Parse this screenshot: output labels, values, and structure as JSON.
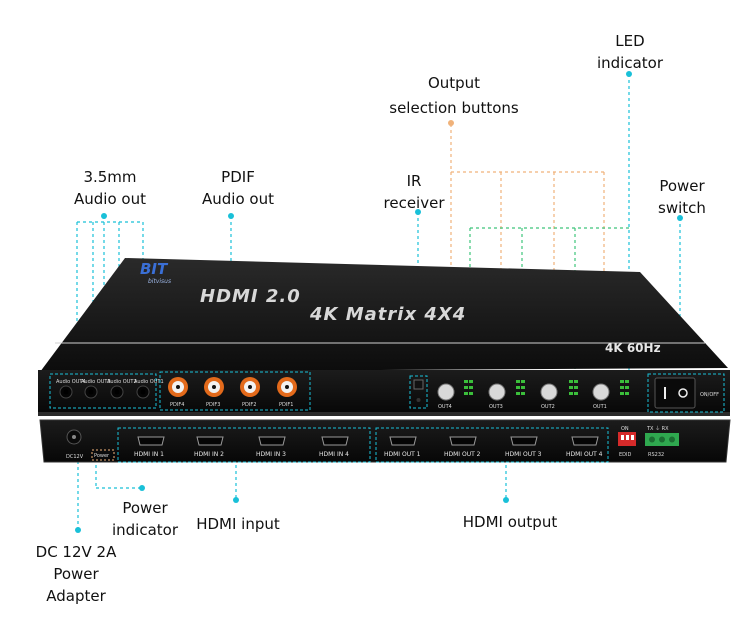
{
  "callouts": {
    "audio_35": [
      "3.5mm",
      "Audio out"
    ],
    "spdif": [
      "PDIF",
      "Audio out"
    ],
    "ir": [
      "IR",
      "receiver"
    ],
    "output_sel": [
      "Output",
      "selection buttons"
    ],
    "led": [
      "LED",
      "indicator"
    ],
    "power_switch": [
      "Power",
      "switch"
    ],
    "power_indicator": [
      "Power",
      "indicator"
    ],
    "hdmi_input": "HDMI input",
    "hdmi_output": "HDMI output",
    "dc_adapter": [
      "DC 12V 2A",
      "Power",
      "Adapter"
    ]
  },
  "device": {
    "brand": "BIT",
    "brand_sub": "bitvisus",
    "title_line1": "HDMI 2.0",
    "title_line2": "4K Matrix 4X4",
    "spec_badge": "4K 60Hz",
    "audio_labels": [
      "Audio OUT4",
      "Audio OUT3",
      "Audio OUT2",
      "Audio OUT1"
    ],
    "spdif_labels": [
      "PDIF4",
      "PDIF3",
      "PDIF2",
      "PDIF1"
    ],
    "out_buttons": [
      "OUT4",
      "OUT3",
      "OUT2",
      "OUT1"
    ],
    "switch_label": "ON/OFF",
    "dc_label": "DC12V",
    "power_led_label": "Power",
    "hdmi_in_labels": [
      "HDMI IN 1",
      "HDMI IN 2",
      "HDMI IN 3",
      "HDMI IN 4"
    ],
    "hdmi_out_labels": [
      "HDMI OUT 1",
      "HDMI OUT 2",
      "HDMI OUT 3",
      "HDMI OUT 4"
    ],
    "edid_label": "EDID",
    "edid_on": "ON",
    "rs232_label": "RS232",
    "rs232_pins": "TX ⏚ RX"
  },
  "colors": {
    "callout_line": "#19c0d8",
    "dashed_orange": "#f0b27a",
    "dashed_green": "#3ec47a",
    "chassis": "#151515",
    "rca_orange": "#e36a1b",
    "led_green": "#3bbf3b"
  }
}
